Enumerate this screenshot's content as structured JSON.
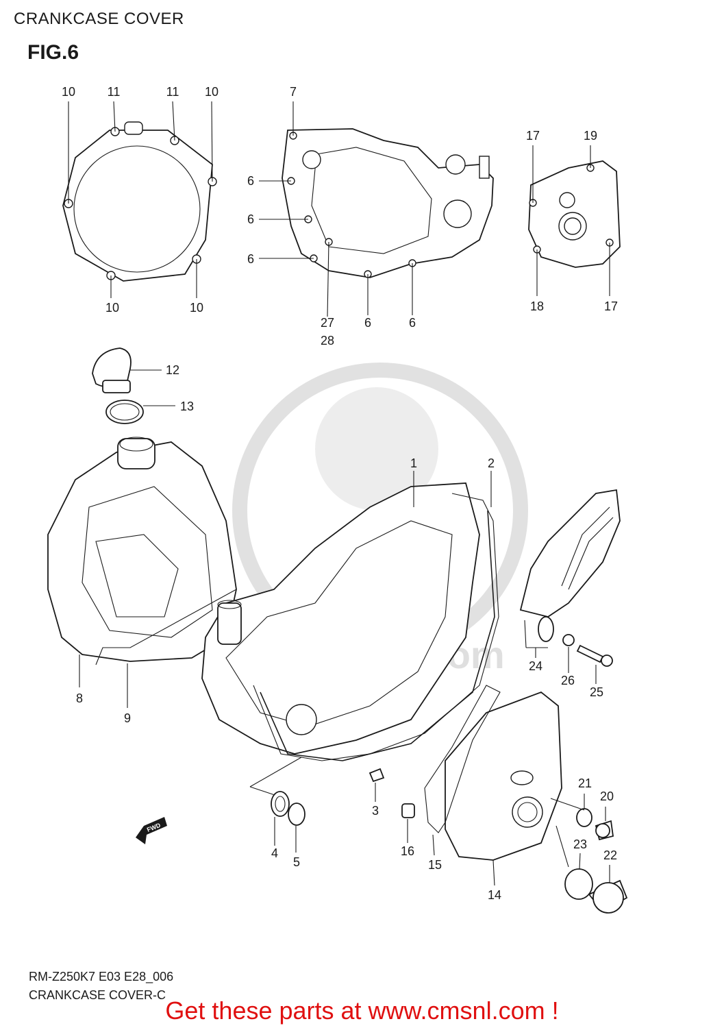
{
  "header": {
    "title": "CRANKCASE COVER",
    "figure": "FIG.6"
  },
  "watermark": {
    "text": "www.cmsnl.com",
    "color": "#dcdcdc"
  },
  "fwd_marker": "FWD",
  "footer": {
    "code": "RM-Z250K7 E03 E28_006",
    "name": "CRANKCASE COVER-C"
  },
  "cta": {
    "text": "Get these parts at www.cmsnl.com !",
    "color": "#e01010"
  },
  "callouts": [
    {
      "id": "c10a",
      "label": "10"
    },
    {
      "id": "c11a",
      "label": "11"
    },
    {
      "id": "c11b",
      "label": "11"
    },
    {
      "id": "c10b",
      "label": "10"
    },
    {
      "id": "c10c",
      "label": "10"
    },
    {
      "id": "c10d",
      "label": "10"
    },
    {
      "id": "c7",
      "label": "7"
    },
    {
      "id": "c6a",
      "label": "6"
    },
    {
      "id": "c6b",
      "label": "6"
    },
    {
      "id": "c6c",
      "label": "6"
    },
    {
      "id": "c27",
      "label": "27"
    },
    {
      "id": "c28",
      "label": "28"
    },
    {
      "id": "c6d",
      "label": "6"
    },
    {
      "id": "c6e",
      "label": "6"
    },
    {
      "id": "c17a",
      "label": "17"
    },
    {
      "id": "c19",
      "label": "19"
    },
    {
      "id": "c18",
      "label": "18"
    },
    {
      "id": "c17b",
      "label": "17"
    },
    {
      "id": "c12",
      "label": "12"
    },
    {
      "id": "c13",
      "label": "13"
    },
    {
      "id": "c1",
      "label": "1"
    },
    {
      "id": "c2",
      "label": "2"
    },
    {
      "id": "c8",
      "label": "8"
    },
    {
      "id": "c9",
      "label": "9"
    },
    {
      "id": "c24",
      "label": "24"
    },
    {
      "id": "c26",
      "label": "26"
    },
    {
      "id": "c25",
      "label": "25"
    },
    {
      "id": "c3",
      "label": "3"
    },
    {
      "id": "c4",
      "label": "4"
    },
    {
      "id": "c5",
      "label": "5"
    },
    {
      "id": "c16",
      "label": "16"
    },
    {
      "id": "c15",
      "label": "15"
    },
    {
      "id": "c14",
      "label": "14"
    },
    {
      "id": "c21",
      "label": "21"
    },
    {
      "id": "c20",
      "label": "20"
    },
    {
      "id": "c23",
      "label": "23"
    },
    {
      "id": "c22",
      "label": "22"
    }
  ]
}
